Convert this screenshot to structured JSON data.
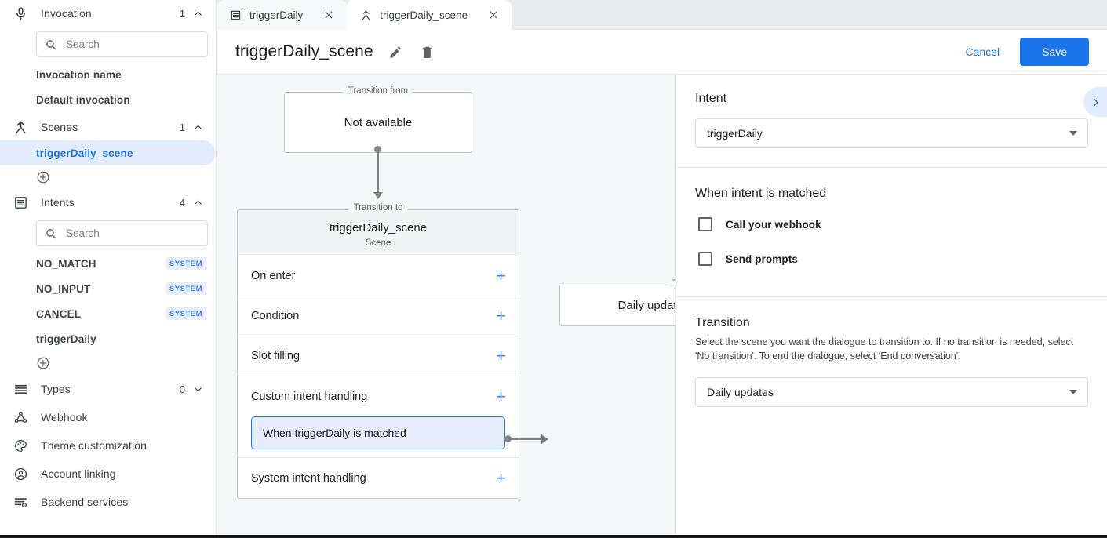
{
  "sidebar": {
    "groups": [
      {
        "id": "invocation",
        "icon": "microphone-icon",
        "label": "Invocation",
        "count": "1",
        "chevron": "chevron-up-icon",
        "search_placeholder": "Search",
        "items": [
          {
            "label": "Invocation name",
            "badge": ""
          },
          {
            "label": "Default invocation",
            "badge": ""
          }
        ]
      },
      {
        "id": "scenes",
        "icon": "scene-merge-icon",
        "label": "Scenes",
        "count": "1",
        "chevron": "chevron-up-icon",
        "items": [
          {
            "label": "triggerDaily_scene",
            "badge": "",
            "selected": true
          }
        ]
      },
      {
        "id": "intents",
        "icon": "intents-list-icon",
        "label": "Intents",
        "count": "4",
        "chevron": "chevron-up-icon",
        "search_placeholder": "Search",
        "items": [
          {
            "label": "NO_MATCH",
            "badge": "SYSTEM"
          },
          {
            "label": "NO_INPUT",
            "badge": "SYSTEM"
          },
          {
            "label": "CANCEL",
            "badge": "SYSTEM"
          },
          {
            "label": "triggerDaily",
            "badge": ""
          }
        ]
      }
    ],
    "types": {
      "icon": "types-lines-icon",
      "label": "Types",
      "count": "0",
      "chevron": "chevron-down-icon"
    },
    "links": [
      {
        "icon": "webhook-icon",
        "label": "Webhook"
      },
      {
        "icon": "palette-icon",
        "label": "Theme customization"
      },
      {
        "icon": "account-circle-icon",
        "label": "Account linking"
      },
      {
        "icon": "backend-services-icon",
        "label": "Backend services"
      }
    ]
  },
  "tabs": [
    {
      "icon": "intent-tab-icon",
      "label": "triggerDaily",
      "active": false,
      "close": "close-icon"
    },
    {
      "icon": "scene-tab-icon",
      "label": "triggerDaily_scene",
      "active": true,
      "close": "close-icon"
    }
  ],
  "header": {
    "title": "triggerDaily_scene",
    "edit_icon": "pencil-icon",
    "delete_icon": "trash-icon",
    "cancel_label": "Cancel",
    "save_label": "Save"
  },
  "canvas": {
    "from_legend": "Transition from",
    "from_value": "Not available",
    "to_legend": "Transition to",
    "scene_name": "triggerDaily_scene",
    "scene_subtitle": "Scene",
    "rows": [
      {
        "label": "On enter",
        "add": "+"
      },
      {
        "label": "Condition",
        "add": "+"
      },
      {
        "label": "Slot filling",
        "add": "+"
      },
      {
        "label": "Custom intent handling",
        "add": "+"
      },
      {
        "label": "System intent handling",
        "add": "+"
      }
    ],
    "selected_handler": "When triggerDaily is matched",
    "target_legend": "Transition to",
    "target_value": "Daily updates"
  },
  "panel": {
    "collapse_icon": "chevron-right-icon",
    "intent": {
      "heading": "Intent",
      "selected": "triggerDaily",
      "caret": "dropdown-caret-icon"
    },
    "matched": {
      "heading": "When intent is matched",
      "checkboxes": [
        {
          "label": "Call your webhook",
          "checked": false
        },
        {
          "label": "Send prompts",
          "checked": false
        }
      ]
    },
    "transition": {
      "heading": "Transition",
      "description": "Select the scene you want the dialogue to transition to. If no transition is needed, select 'No transition'. To end the dialogue, select 'End conversation'.",
      "selected": "Daily updates",
      "caret": "dropdown-caret-icon"
    }
  },
  "colors": {
    "accent": "#1a73e8",
    "selected_bg": "#e3ecfd",
    "canvas_bg": "#f5f7f9",
    "badge_bg": "#e8f0fe",
    "badge_text": "#4285f4"
  }
}
